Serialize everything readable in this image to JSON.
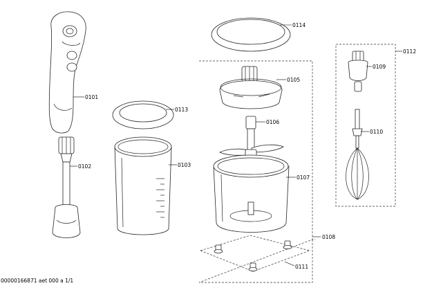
{
  "parts": {
    "p0101": "0101",
    "p0102": "0102",
    "p0103": "0103",
    "p0105": "0105",
    "p0106": "0106",
    "p0107": "0107",
    "p0108": "0108",
    "p0109": "0109",
    "p0110": "0110",
    "p0111": "0111",
    "p0112": "0112",
    "p0113": "0113",
    "p0114": "0114"
  },
  "footer": {
    "code": "00000166871 aet 000 a 1/1"
  }
}
